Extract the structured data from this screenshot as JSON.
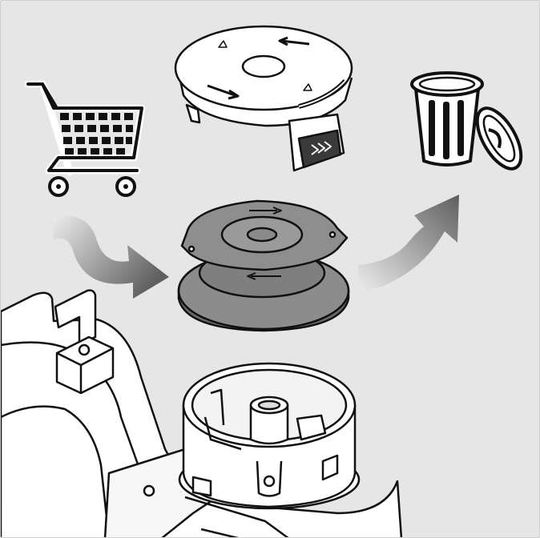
{
  "colors": {
    "background": "#e6e6e6",
    "outline": "#111111",
    "part_fill": "#ffffff",
    "spool_fill": "#8a8a8a",
    "spool_dark": "#6e6e6e",
    "arrow_light": "#e8e8e8",
    "arrow_dark": "#6a6a6a"
  },
  "icons": {
    "cart": "shopping-cart-icon",
    "bin": "trash-bin-icon"
  },
  "parts": {
    "cap": "spool-cover-cap",
    "spool": "replacement-spool",
    "housing": "spool-housing",
    "trimmer": "trimmer-head-body"
  }
}
